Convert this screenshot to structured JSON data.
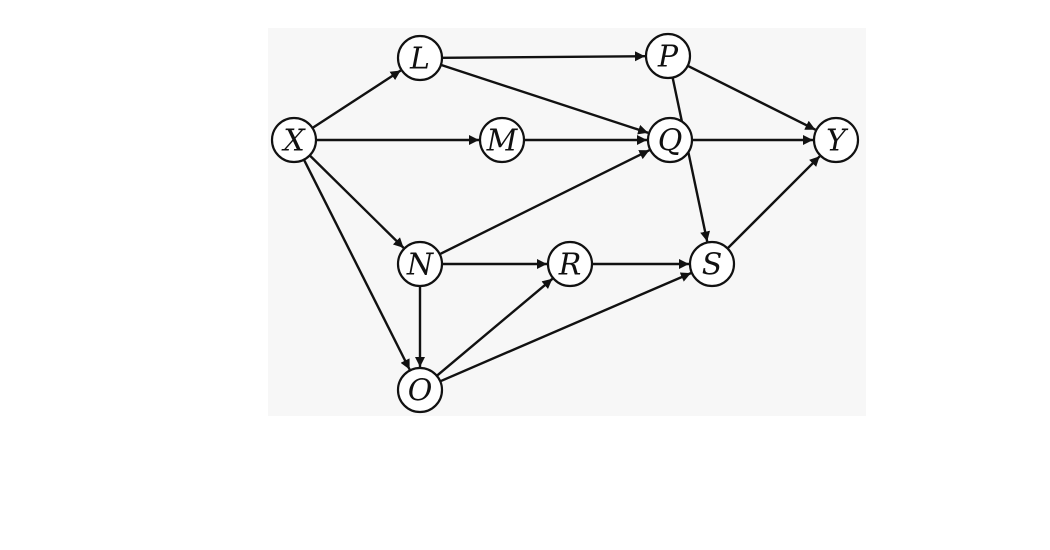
{
  "nodes": [
    {
      "id": "X",
      "label": "X"
    },
    {
      "id": "L",
      "label": "L"
    },
    {
      "id": "M",
      "label": "M"
    },
    {
      "id": "N",
      "label": "N"
    },
    {
      "id": "O",
      "label": "O"
    },
    {
      "id": "P",
      "label": "P"
    },
    {
      "id": "Q",
      "label": "Q"
    },
    {
      "id": "R",
      "label": "R"
    },
    {
      "id": "S",
      "label": "S"
    },
    {
      "id": "Y",
      "label": "Y"
    }
  ],
  "edges": [
    {
      "from": "X",
      "to": "L"
    },
    {
      "from": "X",
      "to": "M"
    },
    {
      "from": "X",
      "to": "N"
    },
    {
      "from": "X",
      "to": "O"
    },
    {
      "from": "L",
      "to": "P"
    },
    {
      "from": "L",
      "to": "Q"
    },
    {
      "from": "M",
      "to": "Q"
    },
    {
      "from": "N",
      "to": "Q"
    },
    {
      "from": "N",
      "to": "R"
    },
    {
      "from": "N",
      "to": "O"
    },
    {
      "from": "O",
      "to": "R"
    },
    {
      "from": "O",
      "to": "S"
    },
    {
      "from": "P",
      "to": "Y"
    },
    {
      "from": "P",
      "to": "S"
    },
    {
      "from": "Q",
      "to": "Y"
    },
    {
      "from": "R",
      "to": "S"
    },
    {
      "from": "S",
      "to": "Y"
    }
  ],
  "colors": {
    "stroke": "#111111",
    "node_fill": "#ffffff",
    "panel": "#f7f7f7"
  }
}
